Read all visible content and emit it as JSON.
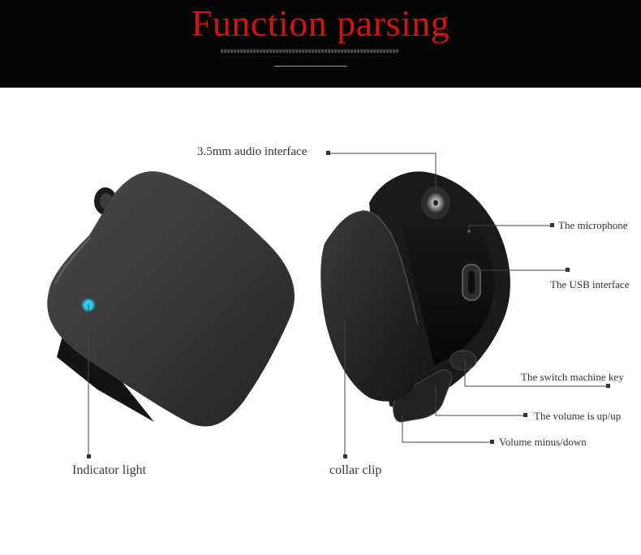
{
  "banner": {
    "title": "Function parsing",
    "title_color": "#d01414",
    "background": "#050505"
  },
  "callouts": {
    "audio_interface": "3.5mm audio interface",
    "microphone": "The microphone",
    "usb_interface": "The USB interface",
    "switch_key": "The switch machine key",
    "volume_up": "The volume is up/up",
    "volume_down": "Volume minus/down",
    "indicator_light": "Indicator light",
    "collar_clip": "collar clip"
  },
  "colors": {
    "indicator": "#22c6e6",
    "device_body": "#2a2a2a",
    "leader_line": "#444444"
  }
}
